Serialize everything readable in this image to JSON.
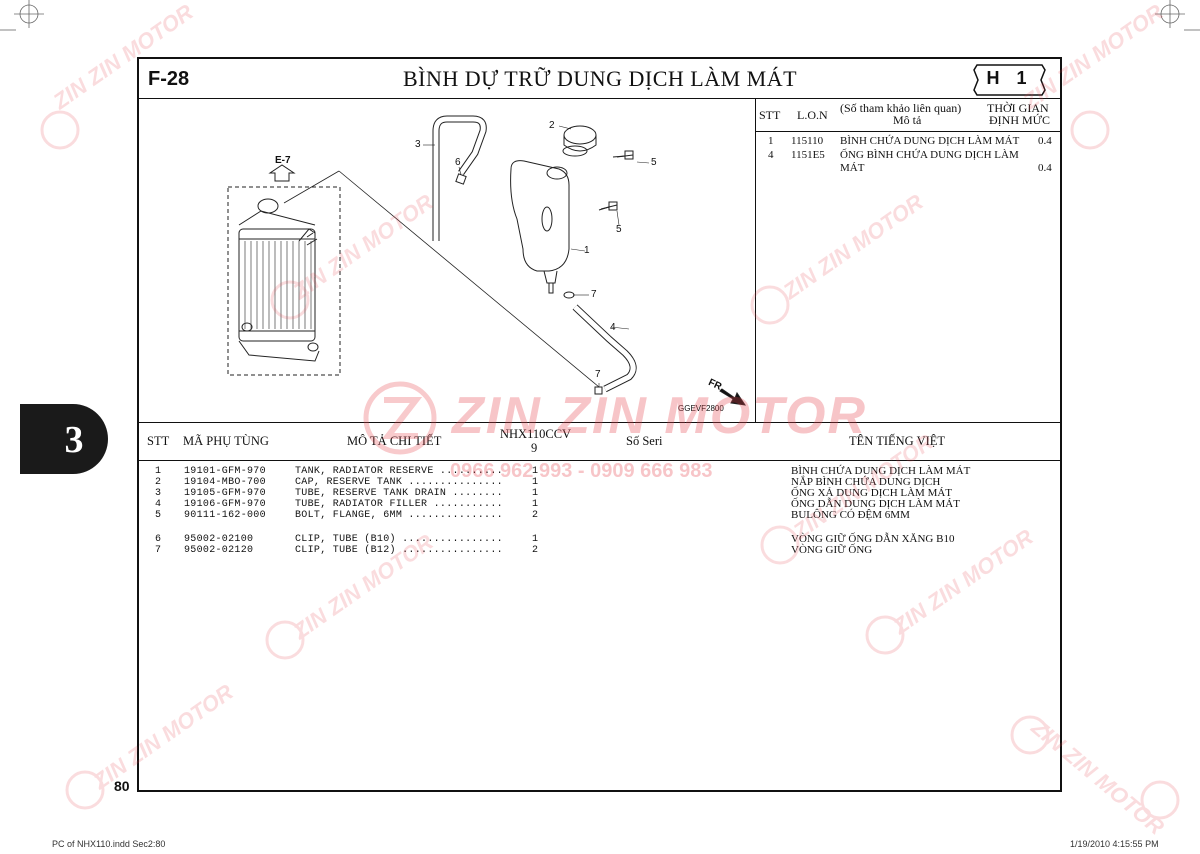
{
  "header": {
    "section_code": "F-28",
    "title": "BÌNH DỰ TRỮ DUNG DỊCH LÀM MÁT",
    "badge": "H 1"
  },
  "ref_table": {
    "col_stt": "STT",
    "col_lon": "L.O.N",
    "col_desc_top": "(Số tham khảo liên quan)",
    "col_desc_bottom": "Mô tả",
    "col_time_top": "THỜI GIAN",
    "col_time_bottom": "ĐỊNH MỨC",
    "rows": [
      {
        "stt": "1",
        "lon": "115110",
        "desc": "BÌNH CHỨA DUNG DỊCH LÀM MÁT",
        "time": "0.4"
      },
      {
        "stt": "4",
        "lon": "1151E5",
        "desc": "ỐNG BÌNH CHỨA DUNG DỊCH LÀM",
        "desc2": "MÁT",
        "time": "0.4"
      }
    ]
  },
  "diagram": {
    "ref_label": "E-7",
    "fr_label": "FR.",
    "code": "GGEVF2800",
    "callouts": [
      "1",
      "2",
      "3",
      "4",
      "5",
      "5",
      "6",
      "7",
      "7"
    ]
  },
  "parts_table": {
    "col_stt": "STT",
    "col_part_no": "MÃ PHỤ TÙNG",
    "col_desc": "MÔ TẢ CHI TIẾT",
    "col_model_top": "NHX110CCV",
    "col_model_bottom": "9",
    "col_serial": "Số Seri",
    "col_vn": "TÊN TIẾNG VIỆT",
    "rows": [
      {
        "stt": "1",
        "part_no": "19101-GFM-970",
        "desc": "TANK, RADIATOR RESERVE ..........",
        "qty": "1",
        "vn": "BÌNH CHỨA DUNG DỊCH LÀM MÁT"
      },
      {
        "stt": "2",
        "part_no": "19104-MBO-700",
        "desc": "CAP, RESERVE TANK ...............",
        "qty": "1",
        "vn": "NẮP BÌNH CHỨA DUNG DỊCH"
      },
      {
        "stt": "3",
        "part_no": "19105-GFM-970",
        "desc": "TUBE, RESERVE TANK DRAIN ........",
        "qty": "1",
        "vn": "ỐNG XẢ DUNG DỊCH LÀM MÁT"
      },
      {
        "stt": "4",
        "part_no": "19106-GFM-970",
        "desc": "TUBE, RADIATOR FILLER ...........",
        "qty": "1",
        "vn": "ỐNG DẪN DUNG DỊCH LÀM MÁT"
      },
      {
        "stt": "5",
        "part_no": "90111-162-000",
        "desc": "BOLT, FLANGE, 6MM ...............",
        "qty": "2",
        "vn": "BULÔNG CÓ ĐỆM 6MM"
      },
      {
        "stt": "6",
        "part_no": "95002-02100",
        "desc": "CLIP, TUBE (B10) ................",
        "qty": "1",
        "vn": "VÒNG GIỮ ỐNG DẪN XĂNG B10"
      },
      {
        "stt": "7",
        "part_no": "95002-02120",
        "desc": "CLIP, TUBE (B12) ................",
        "qty": "2",
        "vn": "VÒNG GIỮ ỐNG"
      }
    ]
  },
  "chapter_tab": "3",
  "page_number": "80",
  "footer": {
    "left": "PC of NHX110.indd   Sec2:80",
    "right": "1/19/2010   4:15:55 PM"
  },
  "watermark": {
    "brand": "ZIN ZIN MOTOR",
    "phone": "0966 962 993 - 0909 666 983",
    "color": "#e8434d"
  }
}
